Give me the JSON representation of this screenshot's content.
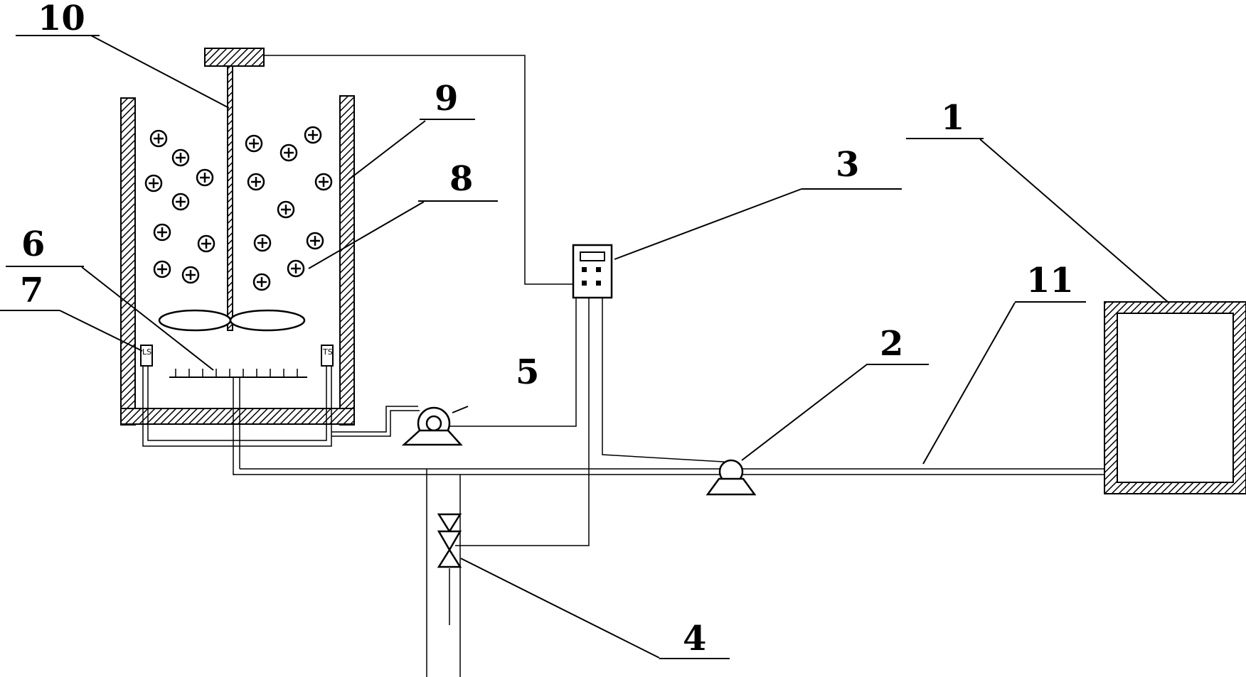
{
  "colors": {
    "ink": "#000000",
    "background": "#ffffff"
  },
  "labels": {
    "l1": "1",
    "l2": "2",
    "l3": "3",
    "l4": "4",
    "l5": "5",
    "l6": "6",
    "l7": "7",
    "l8": "8",
    "l9": "9",
    "l10": "10",
    "l11": "11"
  }
}
